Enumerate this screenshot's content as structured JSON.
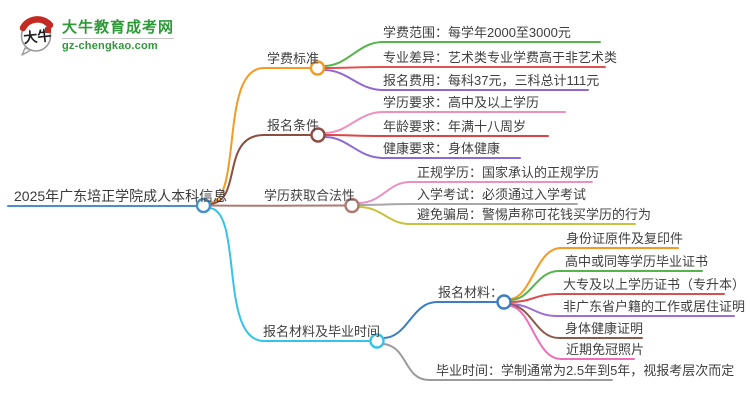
{
  "logo": {
    "icon_label": "大牛",
    "title": "大牛教育成考网",
    "url": "gz-chengkao.com",
    "brand_green": "#2f9939",
    "seal_red": "#c42a21"
  },
  "root": {
    "label": "2025年广东培正学院成人本科信息",
    "color": "#4a90c4"
  },
  "branches": [
    {
      "label": "学费标准",
      "color": "#f59a23",
      "children": [
        {
          "label": "学费范围：每学年2000至3000元",
          "color": "#55b54c"
        },
        {
          "label": "专业差异：艺术类专业学费高于非艺术类",
          "color": "#e05252"
        },
        {
          "label": "报名费用：每科37元，三科总计111元",
          "color": "#9368ce"
        }
      ]
    },
    {
      "label": "报名条件",
      "color": "#8d4e42",
      "children": [
        {
          "label": "学历要求：高中及以上学历",
          "color": "#ef8fbe"
        },
        {
          "label": "年龄要求：年满十八周岁",
          "color": "#dd4444"
        },
        {
          "label": "健康要求：身体健康",
          "color": "#8e6ad0"
        }
      ]
    },
    {
      "label": "学历获取合法性",
      "color": "#ad7a72",
      "children": [
        {
          "label": "正规学历：国家承认的正规学历",
          "color": "#e891c4"
        },
        {
          "label": "入学考试：必须通过入学考试",
          "color": "#a8a8a8"
        },
        {
          "label": "避免骗局：警惕声称可花钱买学历的行为",
          "color": "#c8c23c"
        }
      ]
    },
    {
      "label": "报名材料及毕业时间",
      "color": "#35c3e8",
      "children": [
        {
          "label": "报名材料：",
          "color": "#3a7fc2",
          "children": [
            {
              "label": "身份证原件及复印件",
              "color": "#f59a23"
            },
            {
              "label": "高中或同等学历毕业证书",
              "color": "#55b54c"
            },
            {
              "label": "大专及以上学历证书（专升本）",
              "color": "#d85050"
            },
            {
              "label": "非广东省户籍的工作或居住证明",
              "color": "#9d6fd2"
            },
            {
              "label": "身体健康证明",
              "color": "#8b5a4a"
            },
            {
              "label": "近期免冠照片",
              "color": "#ee6eb8"
            }
          ]
        },
        {
          "label": "毕业时间：学制通常为2.5年到5年，视报考层次而定",
          "color": "#9b9b9b"
        }
      ]
    }
  ]
}
